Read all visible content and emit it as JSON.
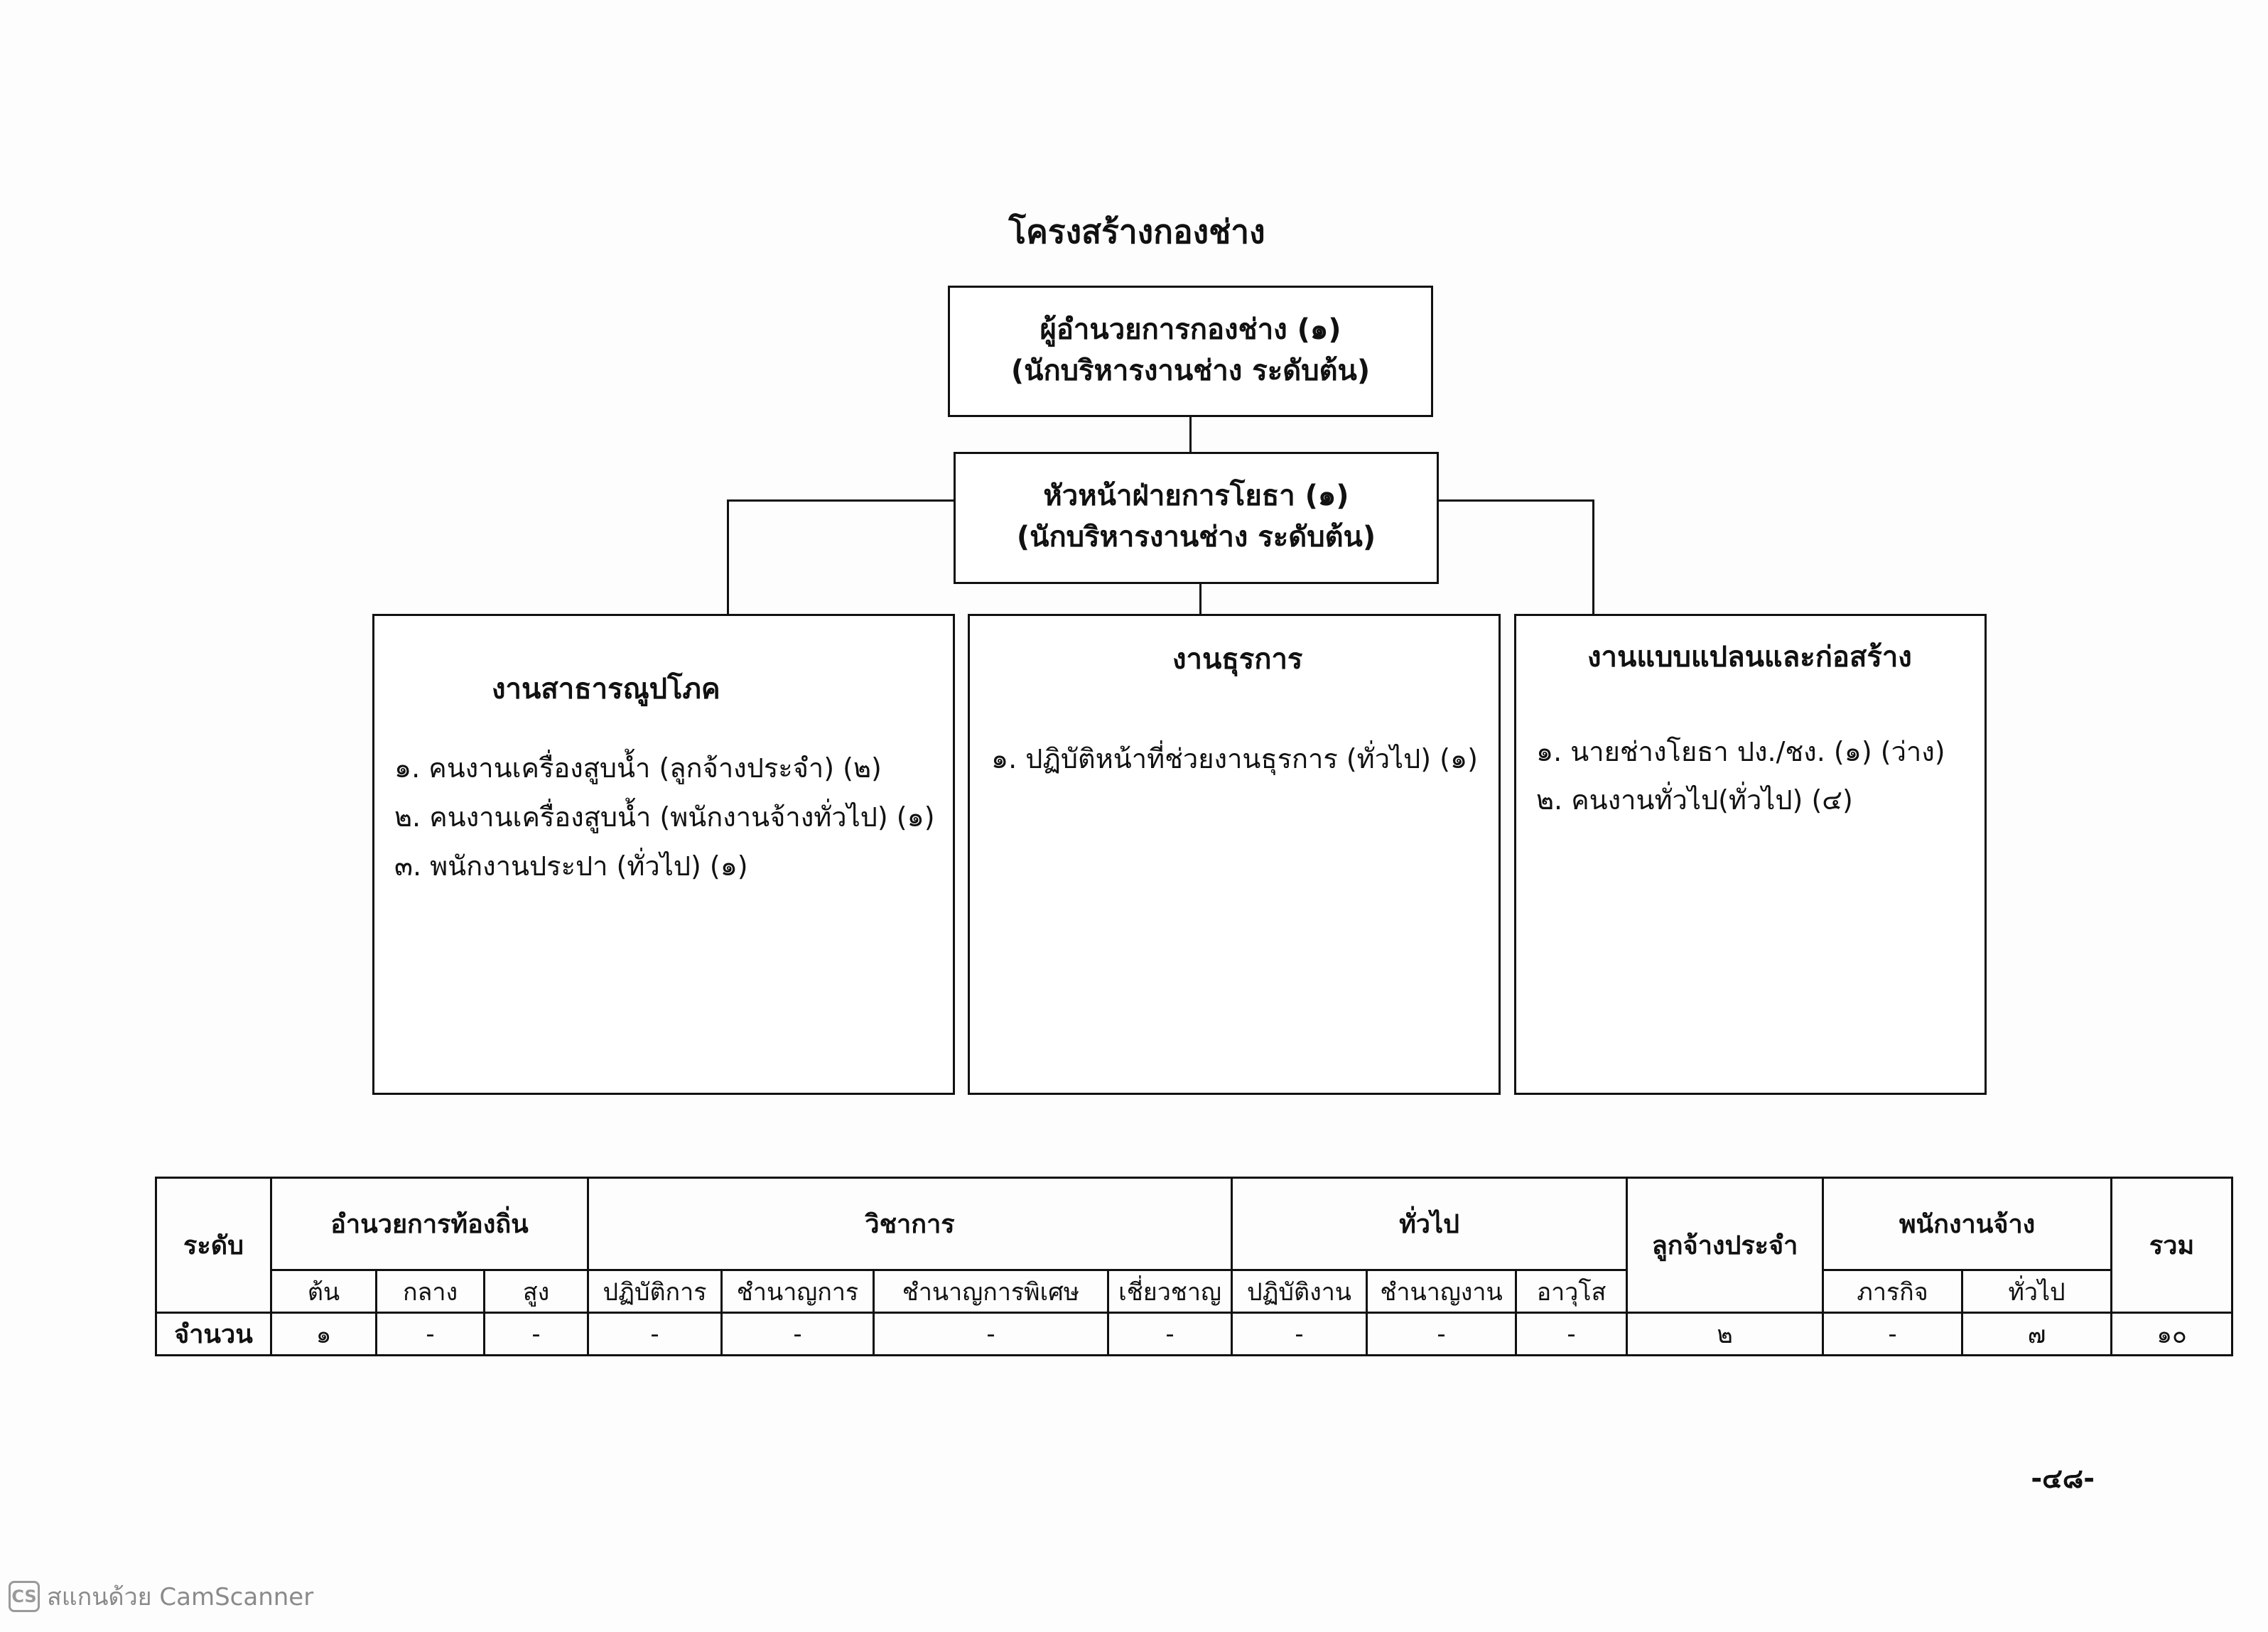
{
  "title": "โครงสร้างกองช่าง",
  "top_box": {
    "line1": "ผู้อำนวยการกองช่าง (๑)",
    "line2": "(นักบริหารงานช่าง ระดับต้น)"
  },
  "mid_box": {
    "line1": "หัวหน้าฝ่ายการโยธา (๑)",
    "line2": "(นักบริหารงานช่าง ระดับต้น)"
  },
  "units": [
    {
      "title": "งานสาธารณูปโภค",
      "items": [
        "๑. คนงานเครื่องสูบน้ำ (ลูกจ้างประจำ) (๒)",
        "๒. คนงานเครื่องสูบน้ำ (พนักงานจ้างทั่วไป) (๑)",
        "๓. พนักงานประปา (ทั่วไป) (๑)"
      ]
    },
    {
      "title": "งานธุรการ",
      "items": [
        "๑. ปฏิบัติหน้าที่ช่วยงานธุรการ (ทั่วไป) (๑)"
      ]
    },
    {
      "title": "งานแบบแปลนและก่อสร้าง",
      "items": [
        "๑. นายช่างโยธา ปง./ชง. (๑) (ว่าง)",
        "๒. คนงานทั่วไป(ทั่วไป) (๔)"
      ]
    }
  ],
  "table": {
    "level_label": "ระดับ",
    "groups": [
      "อำนวยการท้องถิ่น",
      "วิชาการ",
      "ทั่วไป",
      "ลูกจ้างประจำ",
      "พนักงานจ้าง",
      "รวม"
    ],
    "subheaders": [
      "ต้น",
      "กลาง",
      "สูง",
      "ปฏิบัติการ",
      "ชำนาญการ",
      "ชำนาญการพิเศษ",
      "เชี่ยวชาญ",
      "ปฏิบัติงาน",
      "ชำนาญงาน",
      "อาวุโส",
      "ภารกิจ",
      "ทั่วไป"
    ],
    "count_label": "จำนวน",
    "counts": [
      "๑",
      "-",
      "-",
      "-",
      "-",
      "-",
      "-",
      "-",
      "-",
      "-",
      "๒",
      "-",
      "๗",
      "๑๐"
    ]
  },
  "page_number": "-๔๘-",
  "scanner": {
    "logo": "CS",
    "text": "สแกนด้วย CamScanner"
  }
}
